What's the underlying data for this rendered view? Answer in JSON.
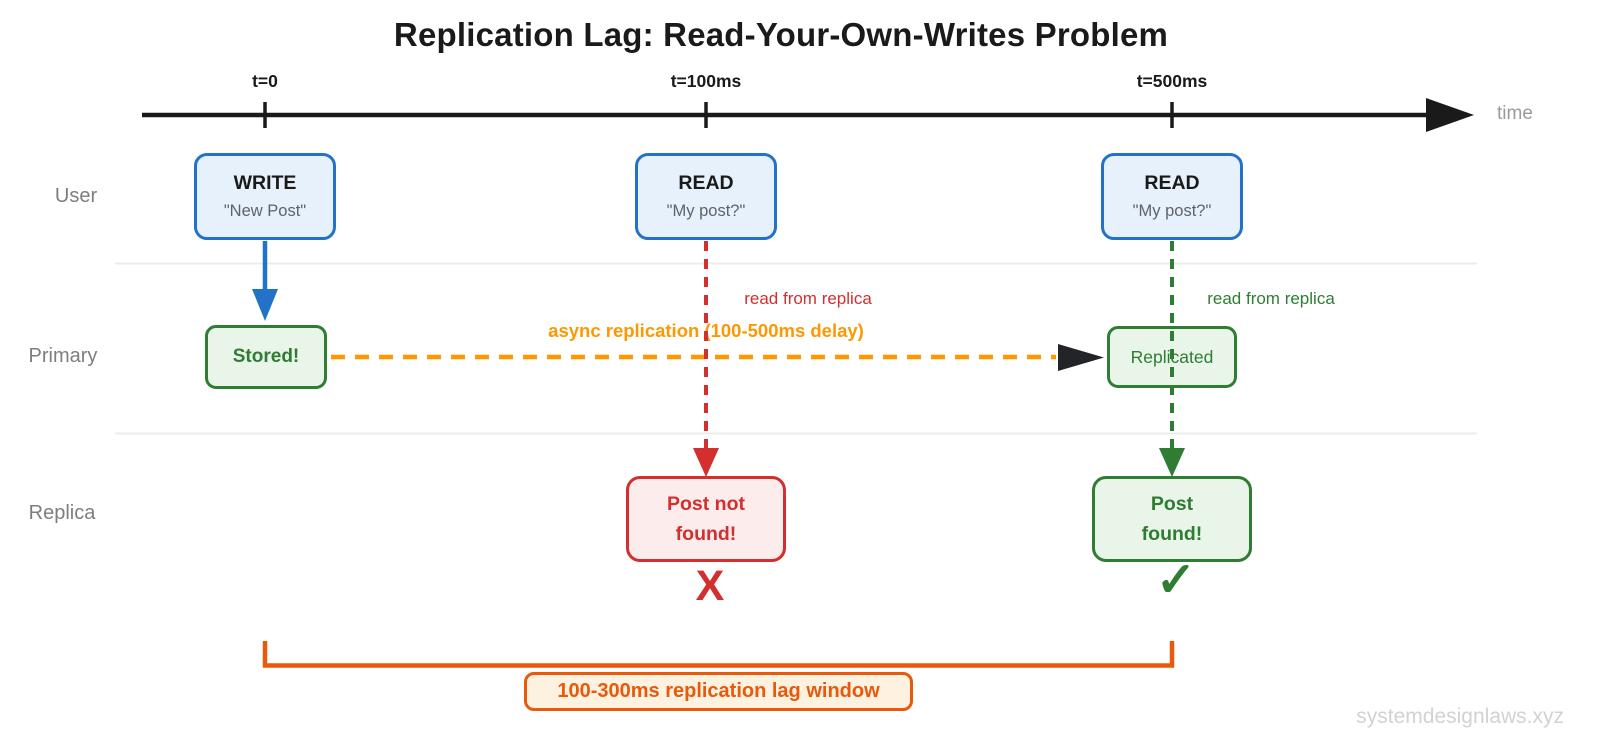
{
  "title": "Replication Lag: Read-Your-Own-Writes Problem",
  "timeline": {
    "axis_label": "time",
    "ticks": [
      {
        "label": "t=0"
      },
      {
        "label": "t=100ms"
      },
      {
        "label": "t=500ms"
      }
    ]
  },
  "lanes": [
    {
      "label": "User"
    },
    {
      "label": "Primary"
    },
    {
      "label": "Replica"
    }
  ],
  "nodes": {
    "write": {
      "title": "WRITE",
      "subtitle": "\"New Post\""
    },
    "read_100": {
      "title": "READ",
      "subtitle": "\"My post?\""
    },
    "read_500": {
      "title": "READ",
      "subtitle": "\"My post?\""
    },
    "stored": {
      "label": "Stored!"
    },
    "replicated": {
      "label": "Replicated"
    },
    "post_not_found": {
      "label": "Post not\nfound!"
    },
    "post_found": {
      "label": "Post\nfound!"
    }
  },
  "annotations": {
    "async_replication": "async replication (100-500ms delay)",
    "read_from_replica_stale": "read from replica",
    "read_from_replica_fresh": "read from replica",
    "failure_mark": "X",
    "success_mark": "✓",
    "lag_window": "100-300ms replication lag window"
  },
  "watermark": "systemdesignlaws.xyz",
  "colors": {
    "ink": "#1a1a1a",
    "gray-label": "#7e7e7e",
    "sub-gray": "#5f6368",
    "time-gray": "#9a9a9a",
    "separator": "#ececec",
    "blue": "#2272c9",
    "blue-fill": "#e7f1fb",
    "green": "#2e7d32",
    "green-fill": "#eaf5ea",
    "fresh-green": "#2e7d32",
    "red": "#d32f2f",
    "red-fill": "#fdecec",
    "orange": "#ff9800",
    "deep-orange": "#e8590c",
    "cream-fill": "#fdf2e0",
    "arrow-black": "#23242a",
    "watermark-gray": "#d2d2d2"
  }
}
